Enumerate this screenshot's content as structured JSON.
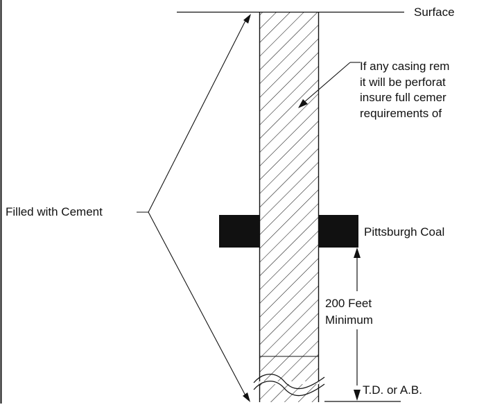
{
  "labels": {
    "surface": "Surface",
    "filled_with_cement": "Filled with Cement",
    "pittsburgh_coal": "Pittsburgh Coal",
    "distance_line1": "200 Feet",
    "distance_line2": "Minimum",
    "bottom": "T.D. or A.B."
  },
  "casing_note": {
    "line1": "If any casing rem",
    "line2": "it will be perforat",
    "line3": "insure full cemer",
    "line4": "requirements of"
  },
  "colors": {
    "line": "#111111",
    "coal": "#111111",
    "background": "#ffffff"
  }
}
